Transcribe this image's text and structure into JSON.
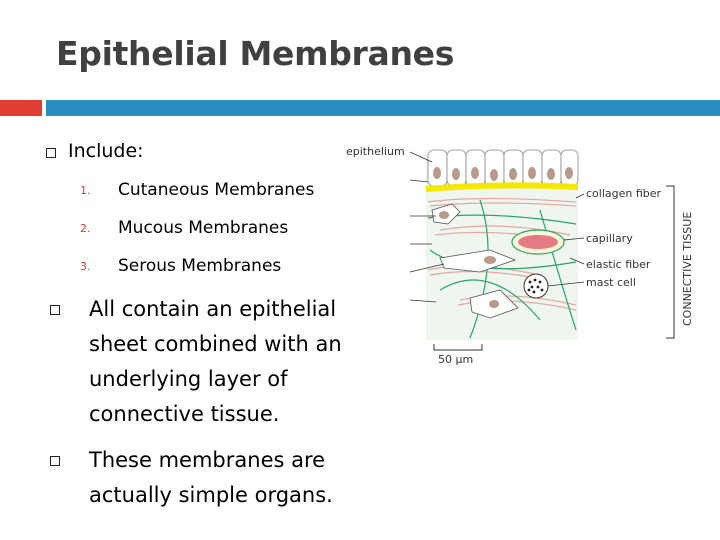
{
  "slide": {
    "title": "Epithelial Membranes",
    "colors": {
      "red_bar": "#e03c31",
      "blue_bar": "#2a8fc0",
      "title": "#404040"
    }
  },
  "bullets": {
    "include_label": "Include:",
    "membranes": [
      {
        "number": "1.",
        "text": "Cutaneous Membranes"
      },
      {
        "number": "2.",
        "text": "Mucous Membranes"
      },
      {
        "number": "3.",
        "text": "Serous Membranes"
      }
    ],
    "contain_lines": [
      "All contain an epithelial",
      "sheet combined with an",
      "underlying layer of",
      "connective tissue."
    ],
    "simple_organs_lines": [
      "These membranes are",
      "actually simple organs."
    ]
  },
  "diagram": {
    "labels": {
      "epithelium": "epithelium",
      "collagen": "collagen fiber",
      "capillary": "capillary",
      "elastic": "elastic fiber",
      "mast": "mast cell",
      "connective": "CONNECTIVE TISSUE",
      "scale": "50 μm"
    }
  }
}
